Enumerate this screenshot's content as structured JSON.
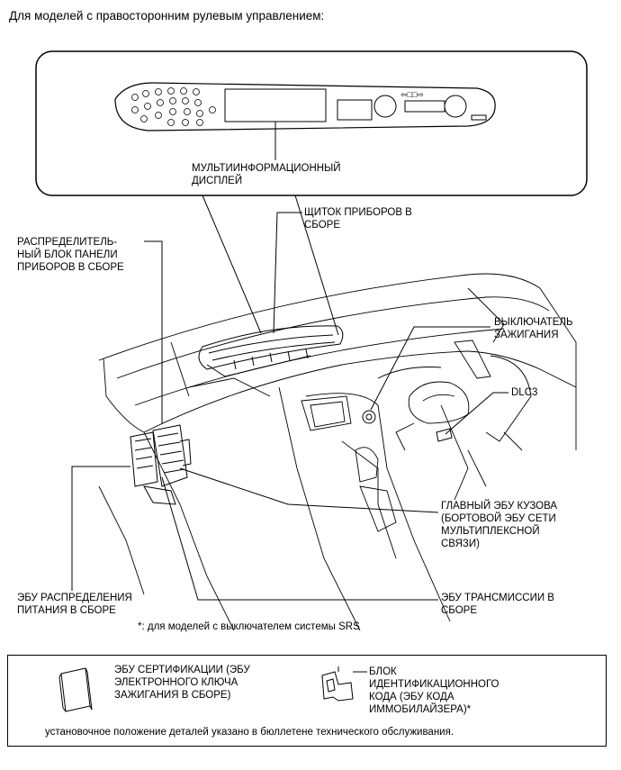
{
  "title": "Для моделей с правосторонним рулевым управлением:",
  "labels": {
    "multi_display": "МУЛЬТИИНФОРМАЦИОННЫЙ\nДИСПЛЕЙ",
    "meter": "ЩИТОК ПРИБОРОВ В\nСБОРЕ",
    "junction_block": "РАСПРЕДЕЛИТЕЛЬ-\nНЫЙ БЛОК ПАНЕЛИ\nПРИБОРОВ В СБОРЕ",
    "ignition_switch": "ВЫКЛЮЧАТЕЛЬ\nЗАЖИГАНИЯ",
    "dlc3": "DLC3",
    "body_ecu": "ГЛАВНЫЙ ЭБУ КУЗОВА\n(БОРТОВОЙ ЭБУ СЕТИ\nМУЛЬТИПЛЕКСНОЙ\nСВЯЗИ)",
    "power_ecu": "ЭБУ РАСПРЕДЕЛЕНИЯ\nПИТАНИЯ В СБОРЕ",
    "trans_ecu": "ЭБУ ТРАНСМИССИИ В\nСБОРЕ",
    "footnote": "*: для моделей с выключателем системы SRS"
  },
  "legend": {
    "cert_ecu": "ЭБУ СЕРТИФИКАЦИИ (ЭБУ\nЭЛЕКТРОННОГО КЛЮЧА\nЗАЖИГАНИЯ В СБОРЕ)",
    "id_block": "БЛОК\nИДЕНТИФИКАЦИОННОГО\nКОДА (ЭБУ КОДА\nИММОБИЛАЙЗЕРА)*",
    "note": "установочное положение деталей указано в бюллетене технического обслуживания."
  }
}
